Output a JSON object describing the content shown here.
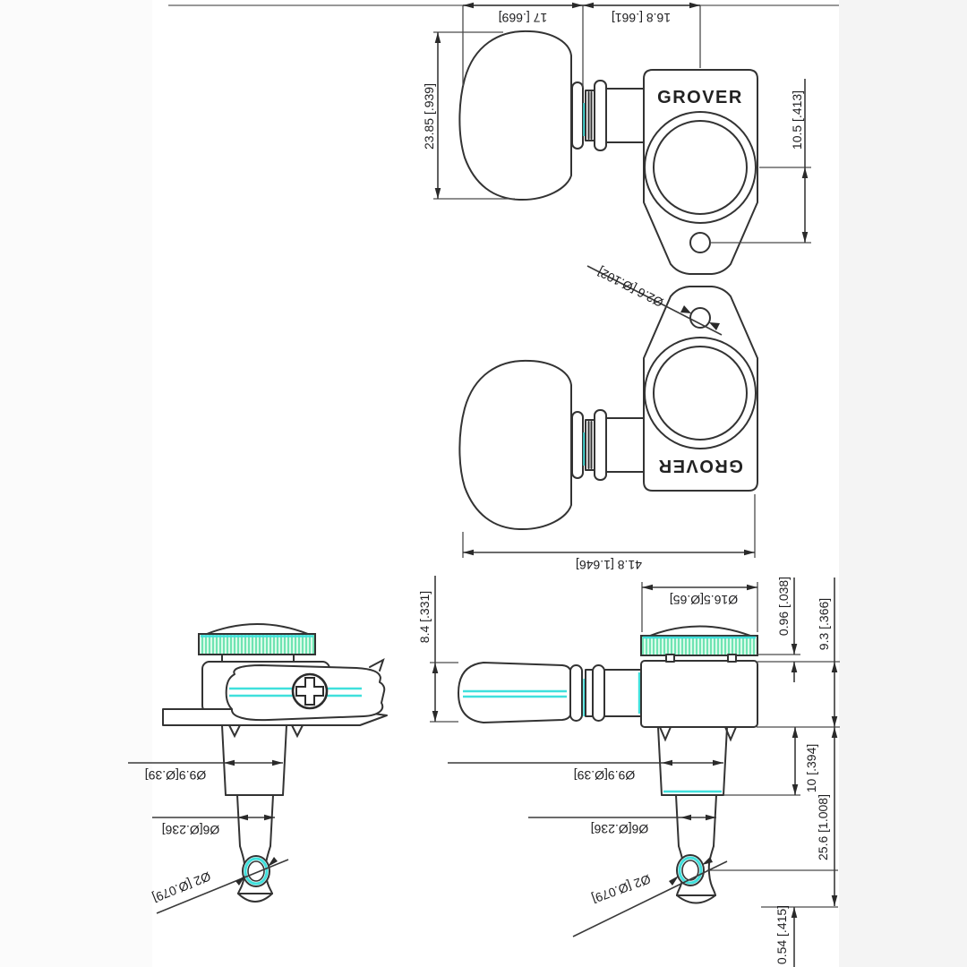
{
  "page": {
    "background": "#ffffff",
    "margin_color": "#f4f4f4",
    "line_color": "#333333",
    "accent_teal": "#3fe0dc",
    "accent_mint": "#d9fbe9",
    "accent_mint_stripe": "#55dfa5",
    "brand": "GROVER"
  },
  "views": {
    "side_top": {
      "logo": "GROVER",
      "dims": {
        "knob_width": "17 [.669]",
        "housing_width": "16.8 [.661]",
        "knob_height": "23.85 [.939]",
        "gear_to_screw": "10.5 [.413]"
      }
    },
    "side_rotated": {
      "logo": "GROVER",
      "dims": {
        "overall_length": "41.8 [1.646]",
        "screw_hole_dia": "Ø2.6 [Ø.102]"
      }
    },
    "front": {
      "dims": {
        "post_dia": "Ø9.9[Ø.39]",
        "shaft_dia": "Ø6[Ø.236]",
        "string_hole_dia": "Ø2 [Ø.079]"
      }
    },
    "side_profile": {
      "dims": {
        "knob_thickness": "8.4 [.331]",
        "button_dia": "Ø16.5[Ø.65]",
        "button_gap": "0.96 [.038]",
        "housing_height": "9.3 [.366]",
        "post_exposed": "10 [.394]",
        "post_length": "25.6 [1.008]",
        "tip_dim": "0.54 [.415]",
        "post_dia": "Ø9.9[Ø.39]",
        "shaft_dia": "Ø6[Ø.236]",
        "string_hole_dia": "Ø2 [Ø.079]"
      }
    }
  }
}
